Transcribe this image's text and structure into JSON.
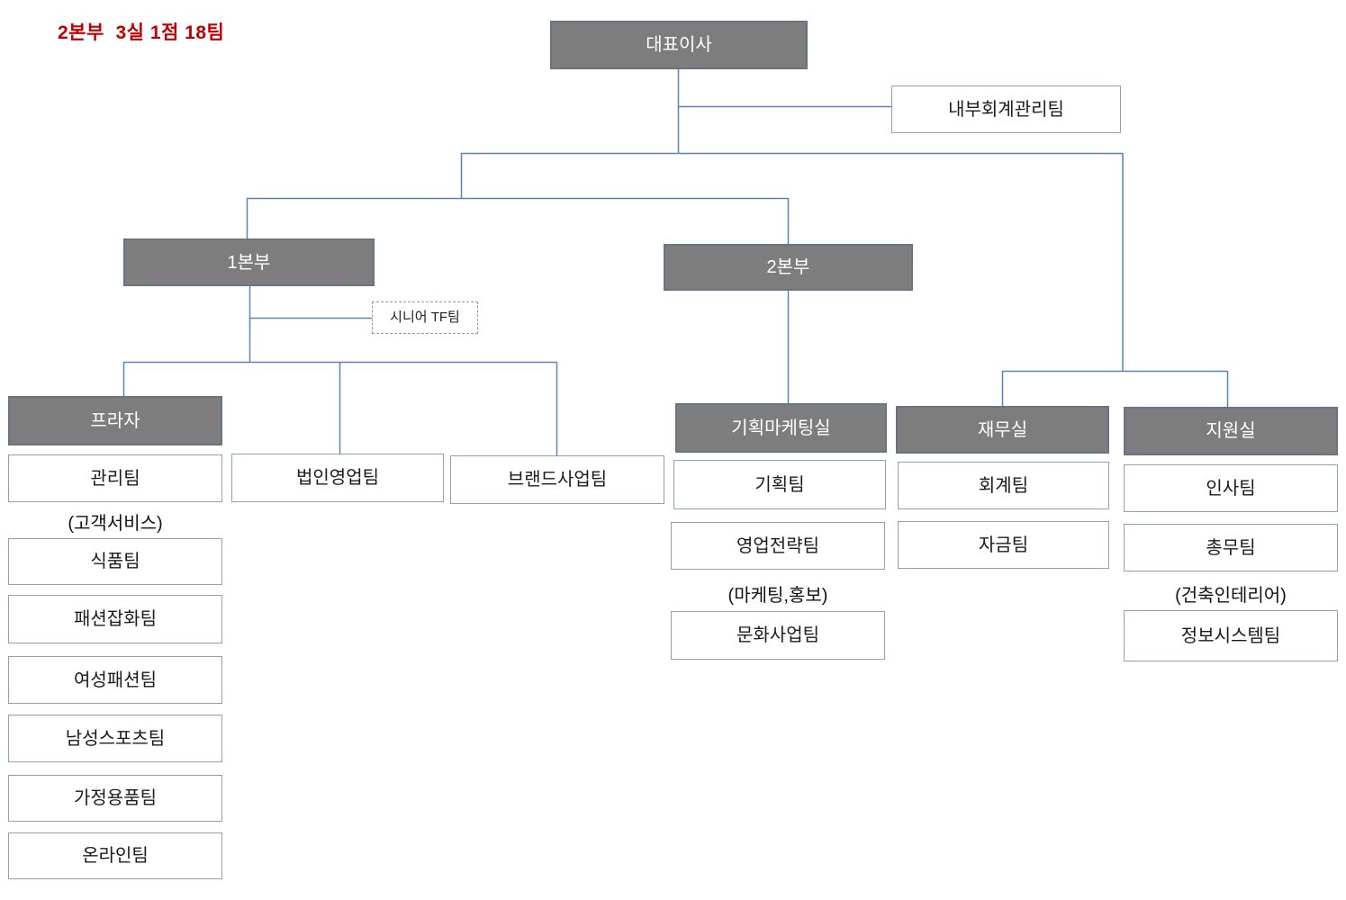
{
  "summary": "2본부  3실 1점 18팀",
  "colors": {
    "summary_text": "#c00000",
    "branch_fill": "#7d7d7d",
    "branch_border": "#667484",
    "branch_text": "#ffffff",
    "leaf_border": "#8aa3b8",
    "leaf_text": "#1b1b1b",
    "connector": "#5b84b1"
  },
  "org": {
    "ceo": "대표이사",
    "audit_team": "내부회계관리팀",
    "division1": "1본부",
    "division2": "2본부",
    "senior_tf": "시니어 TF팀",
    "plaza": {
      "head": "프라자",
      "note": "(고객서비스)",
      "teams": [
        "관리팀",
        "식품팀",
        "패션잡화팀",
        "여성패션팀",
        "남성스포츠팀",
        "가정용품팀",
        "온라인팀"
      ]
    },
    "division1_teams": [
      "법인영업팀",
      "브랜드사업팀"
    ],
    "planning_marketing": {
      "head": "기획마케팅실",
      "note": "(마케팅,홍보)",
      "teams": [
        "기획팀",
        "영업전략팀",
        "문화사업팀"
      ]
    },
    "finance": {
      "head": "재무실",
      "teams": [
        "회계팀",
        "자금팀"
      ]
    },
    "support": {
      "head": "지원실",
      "note": "(건축인테리어)",
      "teams": [
        "인사팀",
        "총무팀",
        "정보시스템팀"
      ]
    }
  }
}
